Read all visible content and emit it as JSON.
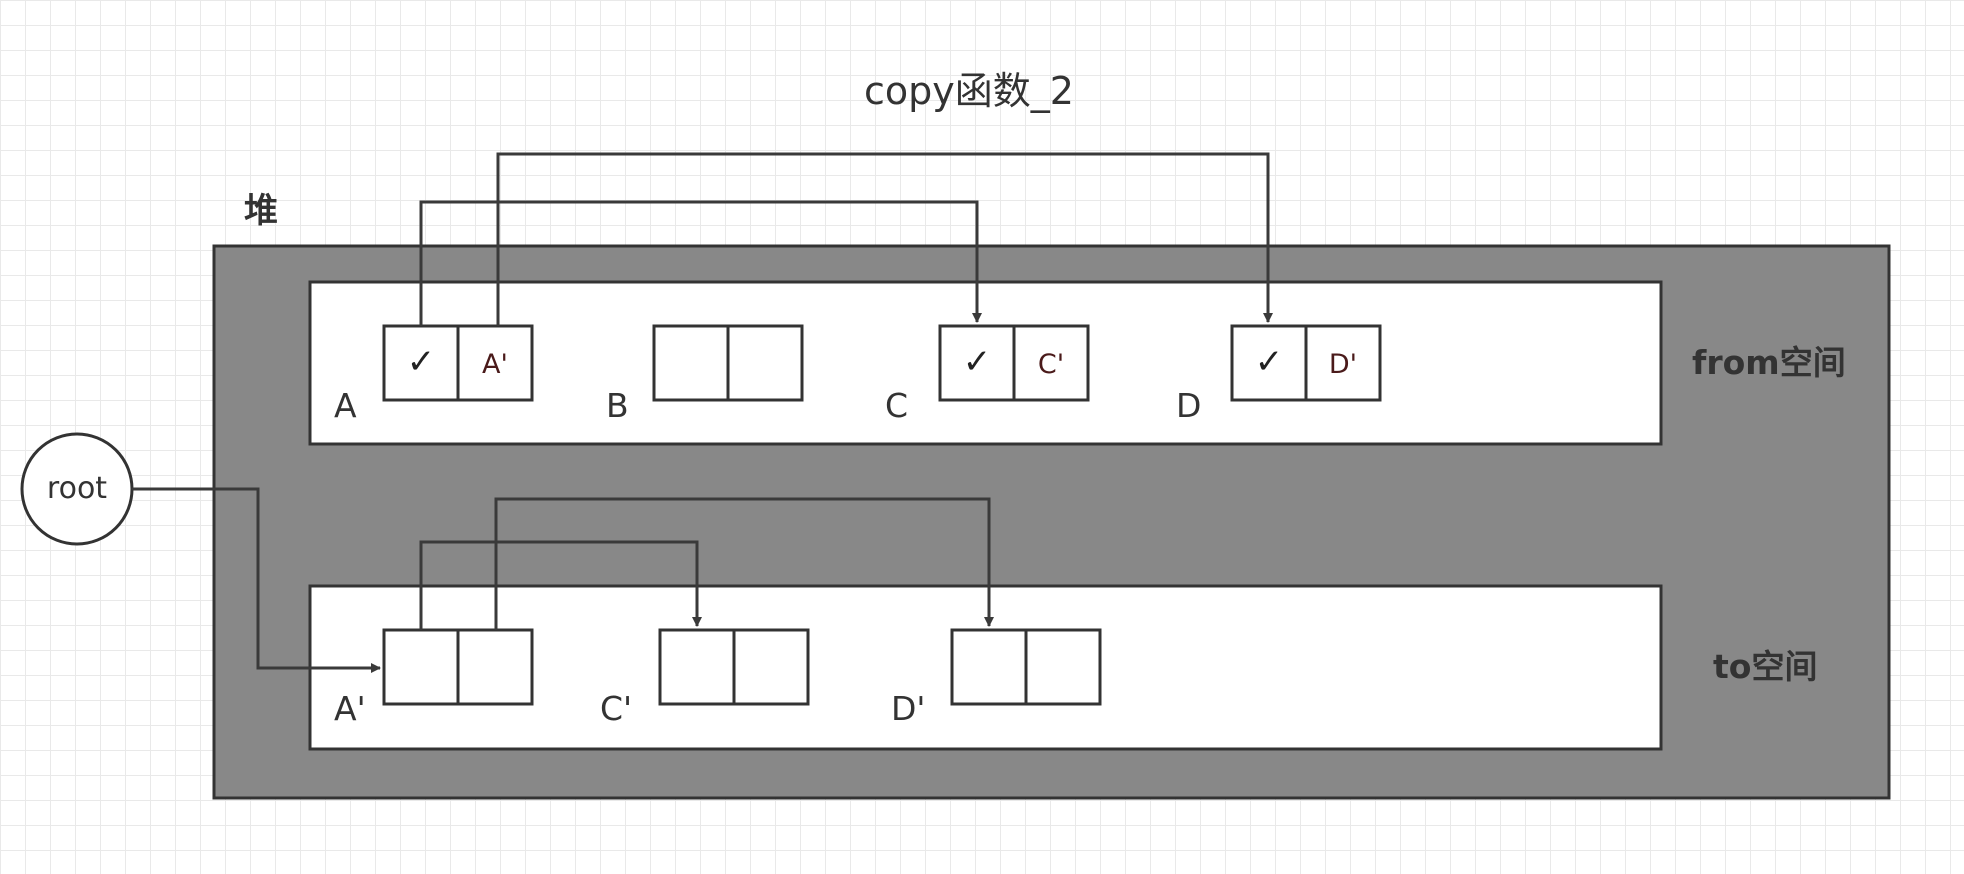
{
  "title": "copy函数_2",
  "heap": {
    "label": "堆",
    "fill_color": "#888888"
  },
  "root": {
    "label": "root"
  },
  "from_space": {
    "label": "from空间",
    "objects": [
      {
        "name": "A",
        "forwarded": true,
        "check_icon": "check-icon",
        "forwarding": "A'"
      },
      {
        "name": "B",
        "forwarded": false,
        "check_icon": "",
        "forwarding": ""
      },
      {
        "name": "C",
        "forwarded": true,
        "check_icon": "check-icon",
        "forwarding": "C'"
      },
      {
        "name": "D",
        "forwarded": true,
        "check_icon": "check-icon",
        "forwarding": "D'"
      }
    ]
  },
  "to_space": {
    "label": "to空间",
    "objects": [
      {
        "name": "A'"
      },
      {
        "name": "C'"
      },
      {
        "name": "D'"
      }
    ]
  },
  "check_glyph": "✓",
  "edges": [
    {
      "from": "root",
      "to": "A'"
    },
    {
      "from": "A.field1",
      "to": "C"
    },
    {
      "from": "A.field2",
      "to": "D"
    },
    {
      "from": "A'.field1",
      "to": "C'"
    },
    {
      "from": "A'.field2",
      "to": "D'"
    }
  ]
}
